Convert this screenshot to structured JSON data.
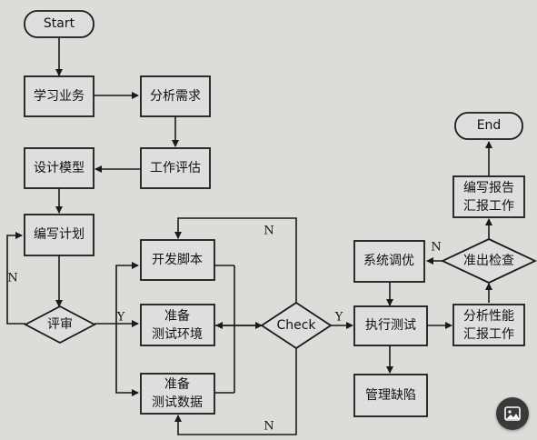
{
  "nodes": {
    "start": "Start",
    "end": "End",
    "learn": "学习业务",
    "analyze": "分析需求",
    "evaluate": "工作评估",
    "design": "设计模型",
    "plan": "编写计划",
    "develop": "开发脚本",
    "review": "评审",
    "prep_env_1": "准备",
    "prep_env_2": "测试环境",
    "prep_data_1": "准备",
    "prep_data_2": "测试数据",
    "check": "Check",
    "execute": "执行测试",
    "tune": "系统调优",
    "exit_check": "准出检查",
    "report_1": "编写报告",
    "report_2": "汇报工作",
    "analysis_1": "分析性能",
    "analysis_2": "汇报工作",
    "defects": "管理缺陷"
  },
  "edge_labels": {
    "review_no": "N",
    "review_yes": "Y",
    "check_yes": "Y",
    "check_no_top": "N",
    "check_no_bottom": "N",
    "exit_no": "N"
  },
  "colors": {
    "background": "#dcdcd8",
    "line": "#1a1a1a"
  },
  "icons": {
    "image_badge": "image-icon"
  }
}
